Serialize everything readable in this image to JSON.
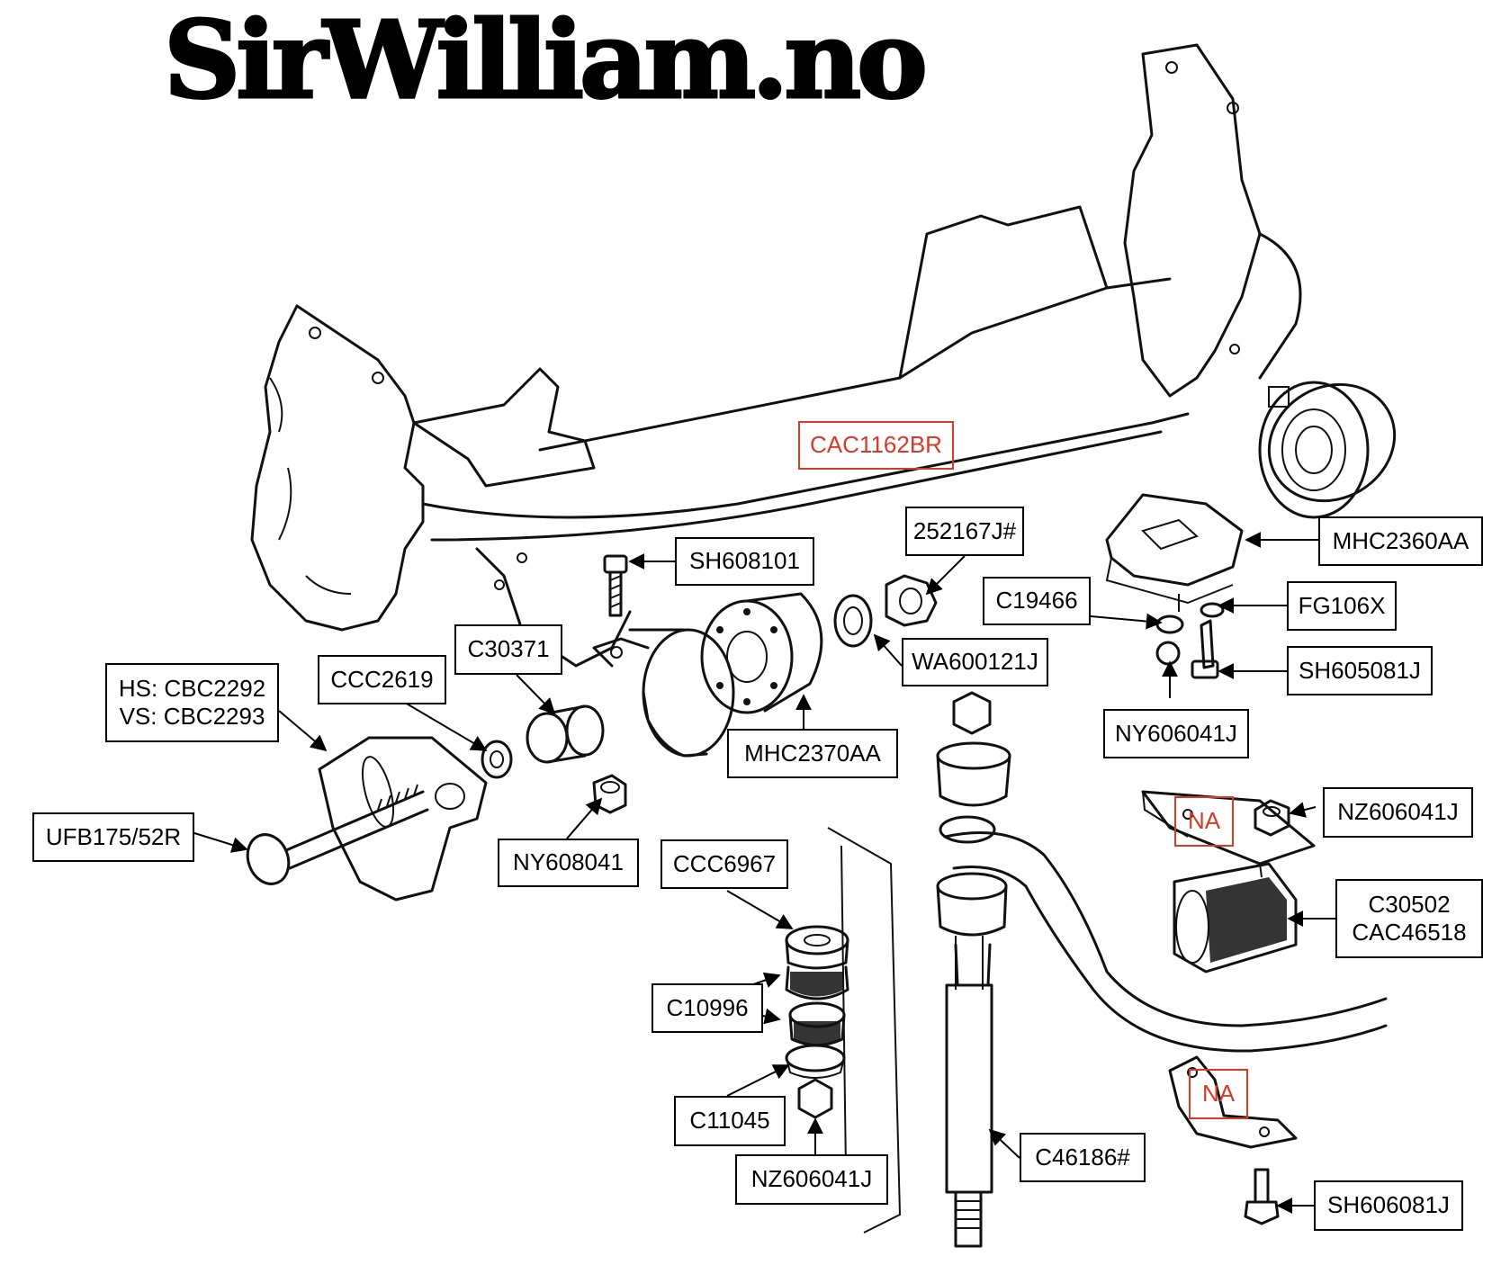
{
  "site_title": "SirWilliam.no",
  "colors": {
    "label_border": "#000000",
    "highlight": "#d23c28",
    "line_art": "#111111"
  },
  "labels": {
    "cac1162br": "CAC1162BR",
    "sh608101": "SH608101",
    "p252167j": "252167J#",
    "mhc2360aa": "MHC2360AA",
    "c19466": "C19466",
    "fg106x": "FG106X",
    "wa600121j": "WA600121J",
    "sh605081j": "SH605081J",
    "c30371": "C30371",
    "ccc2619": "CCC2619",
    "cbc2292_2293": "HS: CBC2292\nVS: CBC2293",
    "ny606041j": "NY606041J",
    "mhc2370aa": "MHC2370AA",
    "ufb175_52r": "UFB175/52R",
    "ny608041": "NY608041",
    "nz606041j_right": "NZ606041J",
    "na_upper": "NA",
    "ccc6967": "CCC6967",
    "c30502_cac46518": "C30502\nCAC46518",
    "c10996": "C10996",
    "c11045": "C11045",
    "c46186": "C46186#",
    "na_lower": "NA",
    "nz606041j_bottom": "NZ606041J",
    "sh606081j": "SH606081J"
  }
}
